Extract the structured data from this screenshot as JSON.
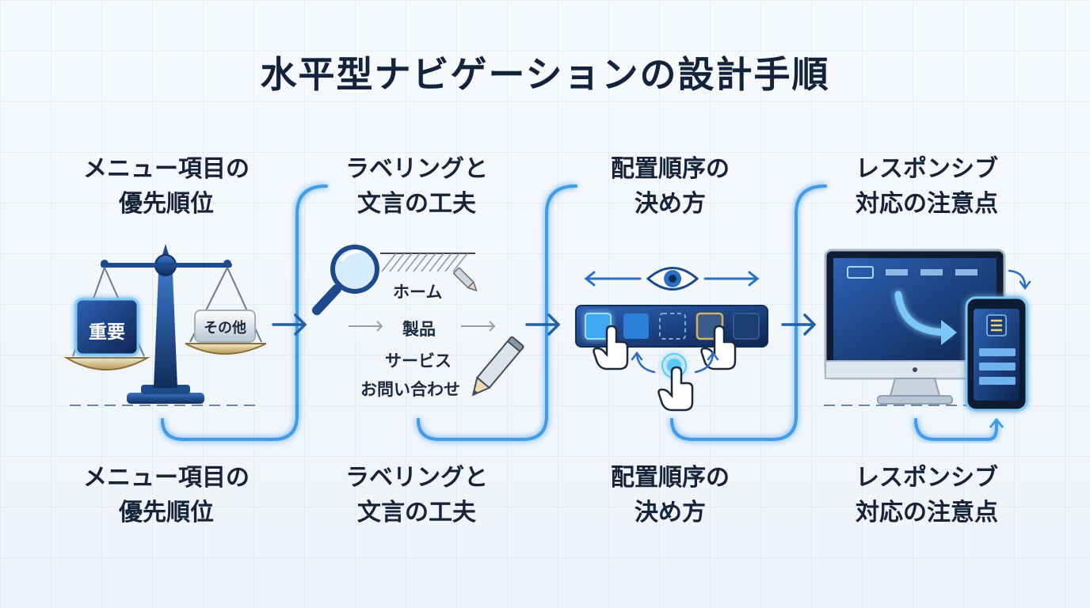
{
  "title": "水平型ナビゲーションの設計手順",
  "steps": [
    {
      "line1": "メニュー項目の",
      "line2": "優先順位",
      "tag_main": "重要",
      "tag_other": "その他"
    },
    {
      "line1": "ラベリングと",
      "line2": "文言の工夫",
      "nav_items": [
        "ホーム",
        "製品",
        "サービス",
        "お問い合わせ"
      ]
    },
    {
      "line1": "配置順序の",
      "line2": "決め方"
    },
    {
      "line1": "レスポンシブ",
      "line2": "対応の注意点"
    }
  ],
  "colors": {
    "accent": "#2a7fd6",
    "glow": "#5cc8f5",
    "navy": "#0f2d5c"
  }
}
